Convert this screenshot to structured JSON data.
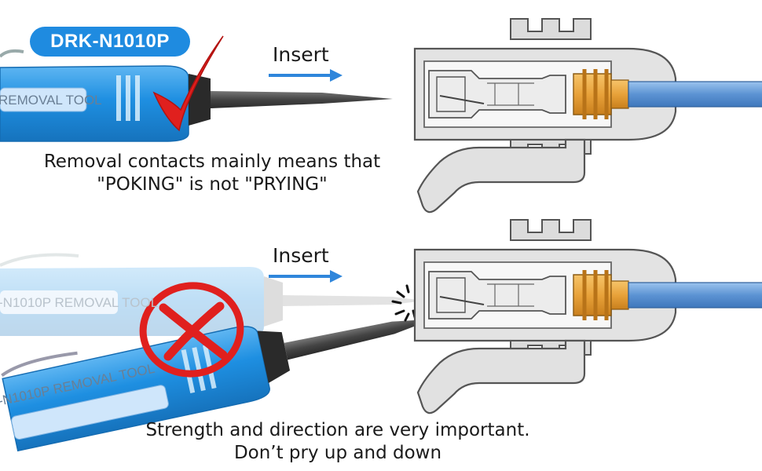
{
  "badge": {
    "model": "DRK-N1010P"
  },
  "top_panel": {
    "arrow_label": "Insert",
    "tool_label": "REMOVAL TOOL",
    "caption_line1": "Removal contacts mainly means that",
    "caption_line2": "\"POKING\" is not \"PRYING\"",
    "result": "correct"
  },
  "bottom_panel": {
    "arrow_label": "Insert",
    "ghost_tool_label": "-N1010P REMOVAL TOOL",
    "tool_label": "-N1010P REMOVAL TOOL",
    "caption_line1": "Strength and direction are very important.",
    "caption_line2": "Don’t pry up and down",
    "result": "wrong"
  },
  "colors": {
    "tool_blue": "#1e8fe1",
    "badge_blue": "#1f8be0",
    "arrow_blue": "#2f86db",
    "check_red": "#e0201e",
    "seal_orange": "#e8a23a",
    "wire_blue": "#6a9fd8",
    "housing_gray": "#d9d9d9"
  },
  "icons": [
    "check-mark-icon",
    "cross-mark-icon",
    "arrow-right-icon"
  ]
}
